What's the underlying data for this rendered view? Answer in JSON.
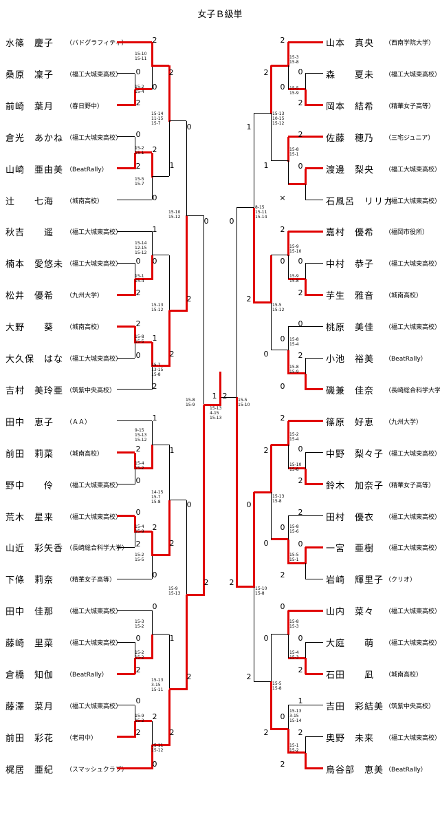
{
  "title": "女子Ｂ級単",
  "left": [
    {
      "name": "水篠　慶子",
      "team": "（バドグラフィティ）"
    },
    {
      "name": "桑原　凜子",
      "team": "（福工大城東高校）"
    },
    {
      "name": "前崎　葉月",
      "team": "（春日野中）"
    },
    {
      "name": "倉光　あかね",
      "team": "（福工大城東高校）"
    },
    {
      "name": "山崎　亜由美",
      "team": "（BeatRally）"
    },
    {
      "name": "辻　　七海",
      "team": "（城南高校）"
    },
    {
      "name": "秋吉　　遥",
      "team": "（福工大城東高校）"
    },
    {
      "name": "楠本　愛悠未",
      "team": "（福工大城東高校）"
    },
    {
      "name": "松井　優希",
      "team": "（九州大学）"
    },
    {
      "name": "大野　　葵",
      "team": "（城南高校）"
    },
    {
      "name": "大久保　はな",
      "team": "（福工大城東高校）"
    },
    {
      "name": "吉村　美玲亜",
      "team": "（筑紫中央高校）"
    },
    {
      "name": "田中　恵子",
      "team": "（ＡＡ）"
    },
    {
      "name": "前田　莉菜",
      "team": "（城南高校）"
    },
    {
      "name": "野中　　伶",
      "team": "（福工大城東高校）"
    },
    {
      "name": "荒木　星来",
      "team": "（福工大城東高校）"
    },
    {
      "name": "山近　彩矢香",
      "team": "（長崎総合科学大学）"
    },
    {
      "name": "下條　莉奈",
      "team": "（精華女子高等）"
    },
    {
      "name": "田中　佳那",
      "team": "（福工大城東高校）"
    },
    {
      "name": "藤崎　里菜",
      "team": "（福工大城東高校）"
    },
    {
      "name": "倉橋　知伽",
      "team": "（BeatRally）"
    },
    {
      "name": "藤澤　菜月",
      "team": "（福工大城東高校）"
    },
    {
      "name": "前田　彩花",
      "team": "（老司中）"
    },
    {
      "name": "梶居　亜紀",
      "team": "（スマッシュクラブ）"
    }
  ],
  "right": [
    {
      "name": "山本　真央",
      "team": "（西南学院大学）"
    },
    {
      "name": "森　　夏未",
      "team": "（福工大城東高校）"
    },
    {
      "name": "岡本　結希",
      "team": "（精華女子高等）"
    },
    {
      "name": "佐藤　穂乃",
      "team": "（三宅ジュニア）"
    },
    {
      "name": "渡邊　梨央",
      "team": "（福工大城東高校）"
    },
    {
      "name": "石風呂　リリカ",
      "team": "（福工大城東高校）"
    },
    {
      "name": "嘉村　優希",
      "team": "（福岡市役所）"
    },
    {
      "name": "中村　恭子",
      "team": "（福工大城東高校）"
    },
    {
      "name": "芋生　雅音",
      "team": "（城南高校）"
    },
    {
      "name": "桃原　美佳",
      "team": "（福工大城東高校）"
    },
    {
      "name": "小池　裕美",
      "team": "（BeatRally）"
    },
    {
      "name": "磯兼　佳奈",
      "team": "（長崎総合科学大学）"
    },
    {
      "name": "篠原　好恵",
      "team": "（九州大学）"
    },
    {
      "name": "中野　梨々子",
      "team": "（福工大城東高校）"
    },
    {
      "name": "鈴木　加奈子",
      "team": "（精華女子高等）"
    },
    {
      "name": "田村　優衣",
      "team": "（福工大城東高校）"
    },
    {
      "name": "一宮　亜樹",
      "team": "（福工大城東高校）"
    },
    {
      "name": "岩崎　輝里子",
      "team": "（クリオ）"
    },
    {
      "name": "山内　菜々",
      "team": "（福工大城東高校）"
    },
    {
      "name": "大庭　　萌",
      "team": "（福工大城東高校）"
    },
    {
      "name": "石田　　凪",
      "team": "（城南高校）"
    },
    {
      "name": "吉田　彩結美",
      "team": "（筑紫中央高校）"
    },
    {
      "name": "奥野　未来",
      "team": "（福工大城東高校）"
    },
    {
      "name": "鳥谷部　恵美",
      "team": "（BeatRally）"
    }
  ],
  "right_bye_mark": "×",
  "scores": {
    "l1": "15-10\n15-11",
    "l2": "15-2\n15-4",
    "l3": "15-14\n11-15\n15-7",
    "l4": "15-2\n15-1",
    "l5": "15-5\n15-7",
    "l6": "15-10\n15-12",
    "l7": "15-14\n12-15\n15-12",
    "l8": "15-1\n15-4",
    "l9": "15-13\n15-12",
    "l10": "15-8\n15-5",
    "l11": "15-7\n13-15\n15-8",
    "l12": "15-8\n15-9",
    "l13": "9-15\n15-13\n15-12",
    "l14": "15-4\n15-2",
    "l15": "14-15\n15-7\n15-8",
    "l16": "15-4\n15-9",
    "l17": "15-2\n15-5",
    "l18": "15-9\n15-13",
    "l19": "15-3\n15-2",
    "l20": "15-2\n15-2",
    "l21": "15-13\n3-15\n15-11",
    "l22": "15-9\n15-2",
    "l23": "15-11\n15-12",
    "center": "15-13\n4-15\n15-13",
    "r1": "15-3\n15-8",
    "r2": "15-5\n15-9",
    "r3": "15-13\n10-15\n15-12",
    "r4": "15-8\n15-1",
    "r5": "8-15\n15-11\n15-14",
    "r6": "15-9\n15-10",
    "r7": "15-9\n15-8",
    "r8": "15-5\n15-12",
    "r9": "15-8\n15-4",
    "r10": "15-8\n15-9",
    "r11": "15-5\n15-10",
    "r12": "15-2\n15-4",
    "r13": "15-10\n15-8",
    "r14": "15-13\n15-8",
    "r15": "15-8\n15-6",
    "r16": "15-5\n15-1",
    "r17": "15-10\n15-8",
    "r18": "15-8\n15-3",
    "r19": "15-4\n15-3",
    "r20": "15-5\n15-8",
    "r21": "15-13\n3-15\n15-14",
    "r22": "15-1\n15-2"
  }
}
